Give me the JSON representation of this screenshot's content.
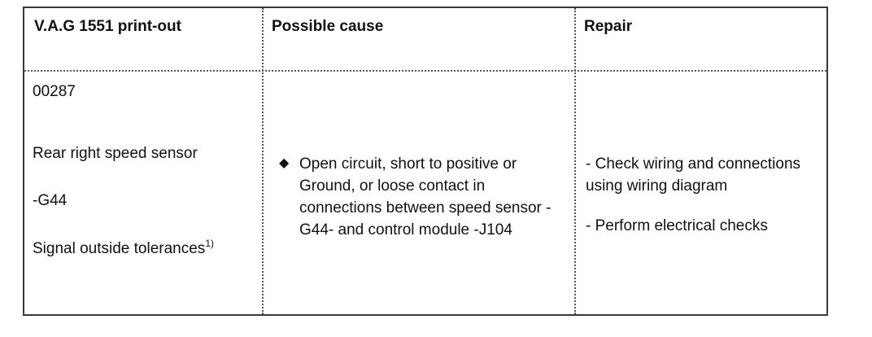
{
  "headers": {
    "col1": "V.A.G 1551 print-out",
    "col2": "Possible cause",
    "col3": "Repair"
  },
  "row": {
    "code": "00287",
    "component": "Rear right speed sensor",
    "component_id": "-G44",
    "fault": "Signal outside tolerances",
    "fault_footnote": "1)",
    "cause_bullet_icon": "diamond-bullet",
    "cause": "Open circuit, short to positive or Ground, or loose contact in connections between speed sensor -G44- and control module -J104",
    "repairs": [
      "- Check wiring and connections using wiring diagram",
      "- Perform electrical checks"
    ]
  }
}
